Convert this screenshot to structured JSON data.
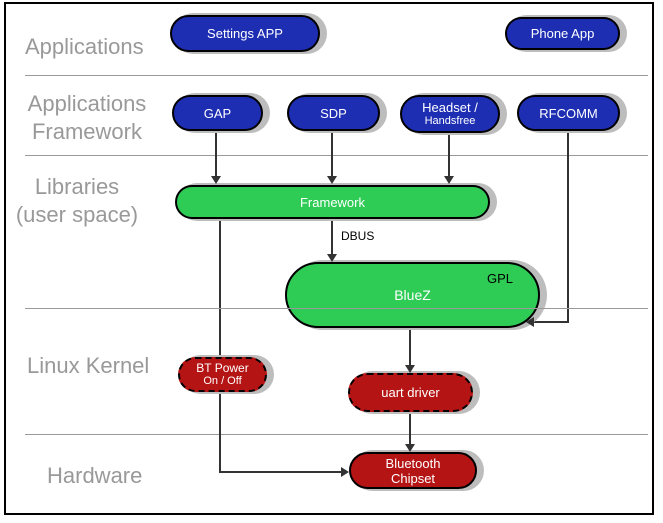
{
  "layers": {
    "applications": "Applications",
    "app_framework": [
      "Applications",
      "Framework"
    ],
    "libraries": [
      "Libraries",
      "(user space)"
    ],
    "linux_kernel": "Linux Kernel",
    "hardware": "Hardware"
  },
  "nodes": {
    "settings_app": "Settings APP",
    "phone_app": "Phone App",
    "gap": "GAP",
    "sdp": "SDP",
    "headset": [
      "Headset /",
      "Handsfree"
    ],
    "rfcomm": "RFCOMM",
    "framework": "Framework",
    "bluez": "BlueZ",
    "bt_power": [
      "BT Power",
      "On / Off"
    ],
    "uart_driver": "uart driver",
    "bluetooth_chipset": [
      "Bluetooth",
      "Chipset"
    ]
  },
  "annotations": {
    "dbus": "DBUS",
    "gpl": "GPL"
  },
  "colors": {
    "blue_node": "#1d2eb3",
    "green_node": "#2fcc55",
    "red_node": "#b51414",
    "layer_label": "#999999",
    "divider": "#9a9a9a",
    "connector": "#333333",
    "shadow": "#bdbdbd"
  }
}
